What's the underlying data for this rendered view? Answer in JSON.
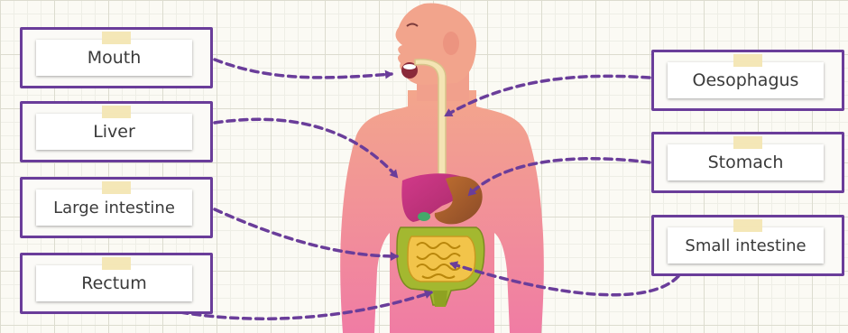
{
  "labels": {
    "mouth": "Mouth",
    "liver": "Liver",
    "large_intestine": "Large intestine",
    "rectum": "Rectum",
    "oesophagus": "Oesophagus",
    "stomach": "Stomach",
    "small_intestine": "Small intestine"
  },
  "colors": {
    "box_border": "#6a3d9a",
    "arrow": "#6a3d9a",
    "body_top": "#f2a28c",
    "body_bottom": "#f07aa2",
    "liver": "#c0307a",
    "stomach": "#a05a2a",
    "oesophagus": "#f3e2b0",
    "large_intestine": "#9fb52d",
    "small_intestine": "#f0c040"
  }
}
